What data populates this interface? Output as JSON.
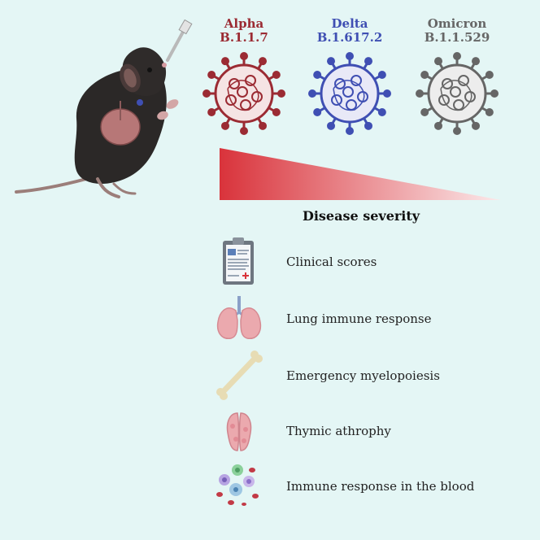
{
  "variants": [
    {
      "name": "Alpha",
      "lineage": "B.1.1.7",
      "color": "#9b2b33",
      "light": "#f5e4e4"
    },
    {
      "name": "Delta",
      "lineage": "B.1.617.2",
      "color": "#3f4fb3",
      "light": "#e8e9f7"
    },
    {
      "name": "Omicron",
      "lineage": "B.1.1.529",
      "color": "#666666",
      "light": "#ededed"
    }
  ],
  "severity": {
    "label": "Disease severity",
    "gradient_start": "#d9333b",
    "gradient_end": "#fbe9ea"
  },
  "outcomes": [
    {
      "label": "Clinical scores",
      "icon": "clipboard-icon"
    },
    {
      "label": "Lung immune response",
      "icon": "lungs-icon"
    },
    {
      "label": "Emergency myelopoiesis",
      "icon": "bone-icon"
    },
    {
      "label": "Thymic athrophy",
      "icon": "thymus-icon"
    },
    {
      "label": "Immune response in the blood",
      "icon": "blood-cells-icon"
    }
  ],
  "illustration": {
    "icon": "mouse-intranasal-icon"
  }
}
